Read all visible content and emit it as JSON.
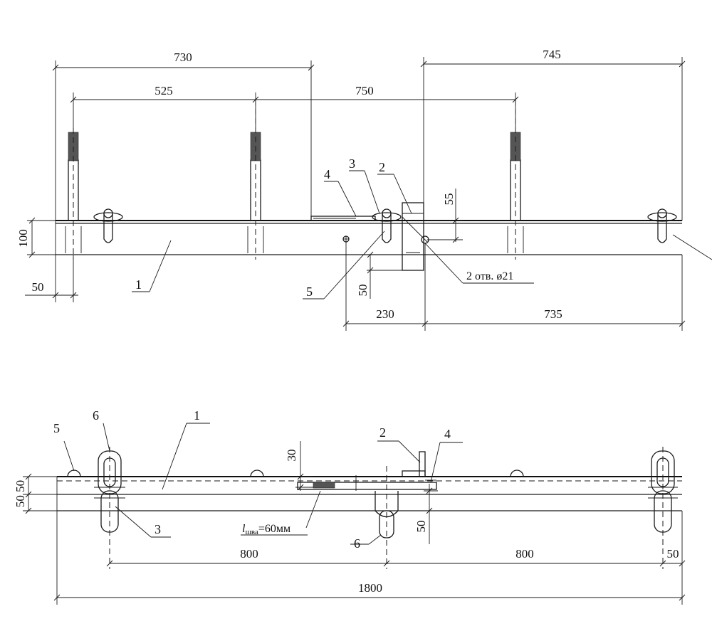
{
  "top_view": {
    "dims": {
      "d730": "730",
      "d525": "525",
      "d750": "750",
      "d745": "745",
      "d100": "100",
      "d50_left": "50",
      "d55": "55",
      "d50_mid": "50",
      "d230": "230",
      "d735": "735"
    },
    "labels": {
      "l1": "1",
      "l2": "2",
      "l3": "3",
      "l4": "4",
      "l5": "5"
    },
    "hole_note": "2 отв. ø21"
  },
  "bottom_view": {
    "dims": {
      "d50_50": "50 50",
      "d30": "30",
      "d50_mid": "50",
      "d800_left": "800",
      "d800_right": "800",
      "d50_right": "50",
      "d1800": "1800"
    },
    "labels": {
      "l1": "1",
      "l2": "2",
      "l3": "3",
      "l4": "4",
      "l5": "5",
      "l6_top": "6",
      "l6_bottom": "6"
    },
    "weld_note_prefix": "l",
    "weld_note_sub": "шва",
    "weld_note_value": "=60мм"
  }
}
